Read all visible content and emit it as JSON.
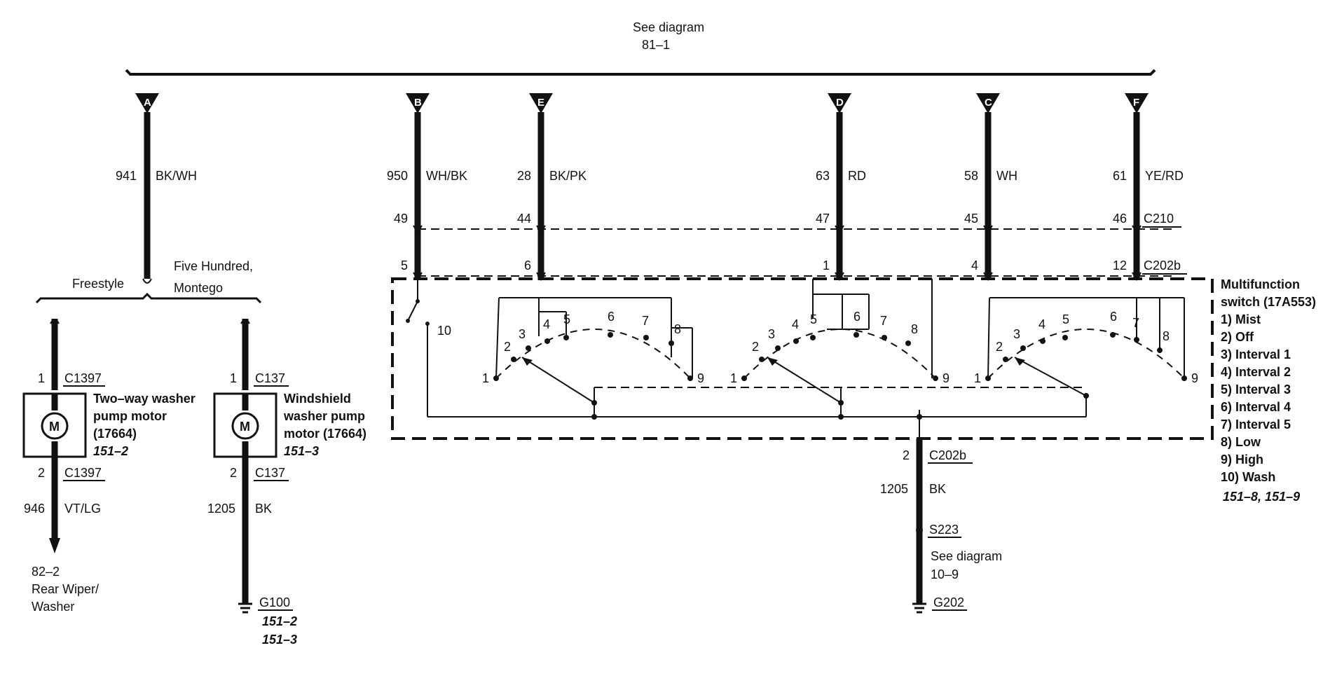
{
  "top_ref": {
    "line1": "See diagram",
    "line2": "81–1"
  },
  "terminals": [
    {
      "letter": "A",
      "circuit": "941",
      "color": "BK/WH"
    },
    {
      "letter": "B",
      "circuit": "950",
      "color": "WH/BK",
      "pin_c210": "49",
      "pin_c202b": "5"
    },
    {
      "letter": "E",
      "circuit": "28",
      "color": "BK/PK",
      "pin_c210": "44",
      "pin_c202b": "6"
    },
    {
      "letter": "D",
      "circuit": "63",
      "color": "RD",
      "pin_c210": "47",
      "pin_c202b": "1"
    },
    {
      "letter": "C",
      "circuit": "58",
      "color": "WH",
      "pin_c210": "45",
      "pin_c202b": "4"
    },
    {
      "letter": "F",
      "circuit": "61",
      "color": "YE/RD",
      "pin_c210": "46",
      "pin_c202b": "12"
    }
  ],
  "connectors": {
    "c210": "C210",
    "c202b": "C202b"
  },
  "split": {
    "freestyle": "Freestyle",
    "five_hundred_1": "Five Hundred,",
    "five_hundred_2": "Montego"
  },
  "rear_motor": {
    "pin_top": "1",
    "conn_top": "C1397",
    "pin_bottom": "2",
    "conn_bottom": "C1397",
    "name1": "Two–way washer",
    "name2": "pump motor",
    "name3": "(17664)",
    "ref": "151–2",
    "out_circuit": "946",
    "out_color": "VT/LG",
    "dest1": "82–2",
    "dest2": "Rear Wiper/",
    "dest3": "Washer",
    "m": "M"
  },
  "ws_motor": {
    "pin_top": "1",
    "conn_top": "C137",
    "pin_bottom": "2",
    "conn_bottom": "C137",
    "name1": "Windshield",
    "name2": "washer pump",
    "name3": "motor (17664)",
    "ref": "151–3",
    "out_circuit": "1205",
    "out_color": "BK",
    "ground": "G100",
    "gref1": "151–2",
    "gref2": "151–3",
    "m": "M"
  },
  "switch": {
    "title1": "Multifunction",
    "title2": "switch (17A553)",
    "legend": [
      "1)  Mist",
      "2)  Off",
      "3)  Interval 1",
      "4)  Interval 2",
      "5)  Interval 3",
      "6)  Interval 4",
      "7)  Interval 5",
      "8)  Low",
      "9)  High",
      "10) Wash"
    ],
    "refs": "151–8, 151–9",
    "wash_label": "10",
    "positions": [
      "1",
      "2",
      "3",
      "4",
      "5",
      "6",
      "7",
      "8",
      "9"
    ]
  },
  "ground_out": {
    "pin": "2",
    "conn": "C202b",
    "circuit": "1205",
    "color": "BK",
    "splice": "S223",
    "ref1": "See diagram",
    "ref2": "10–9",
    "ground": "G202"
  }
}
